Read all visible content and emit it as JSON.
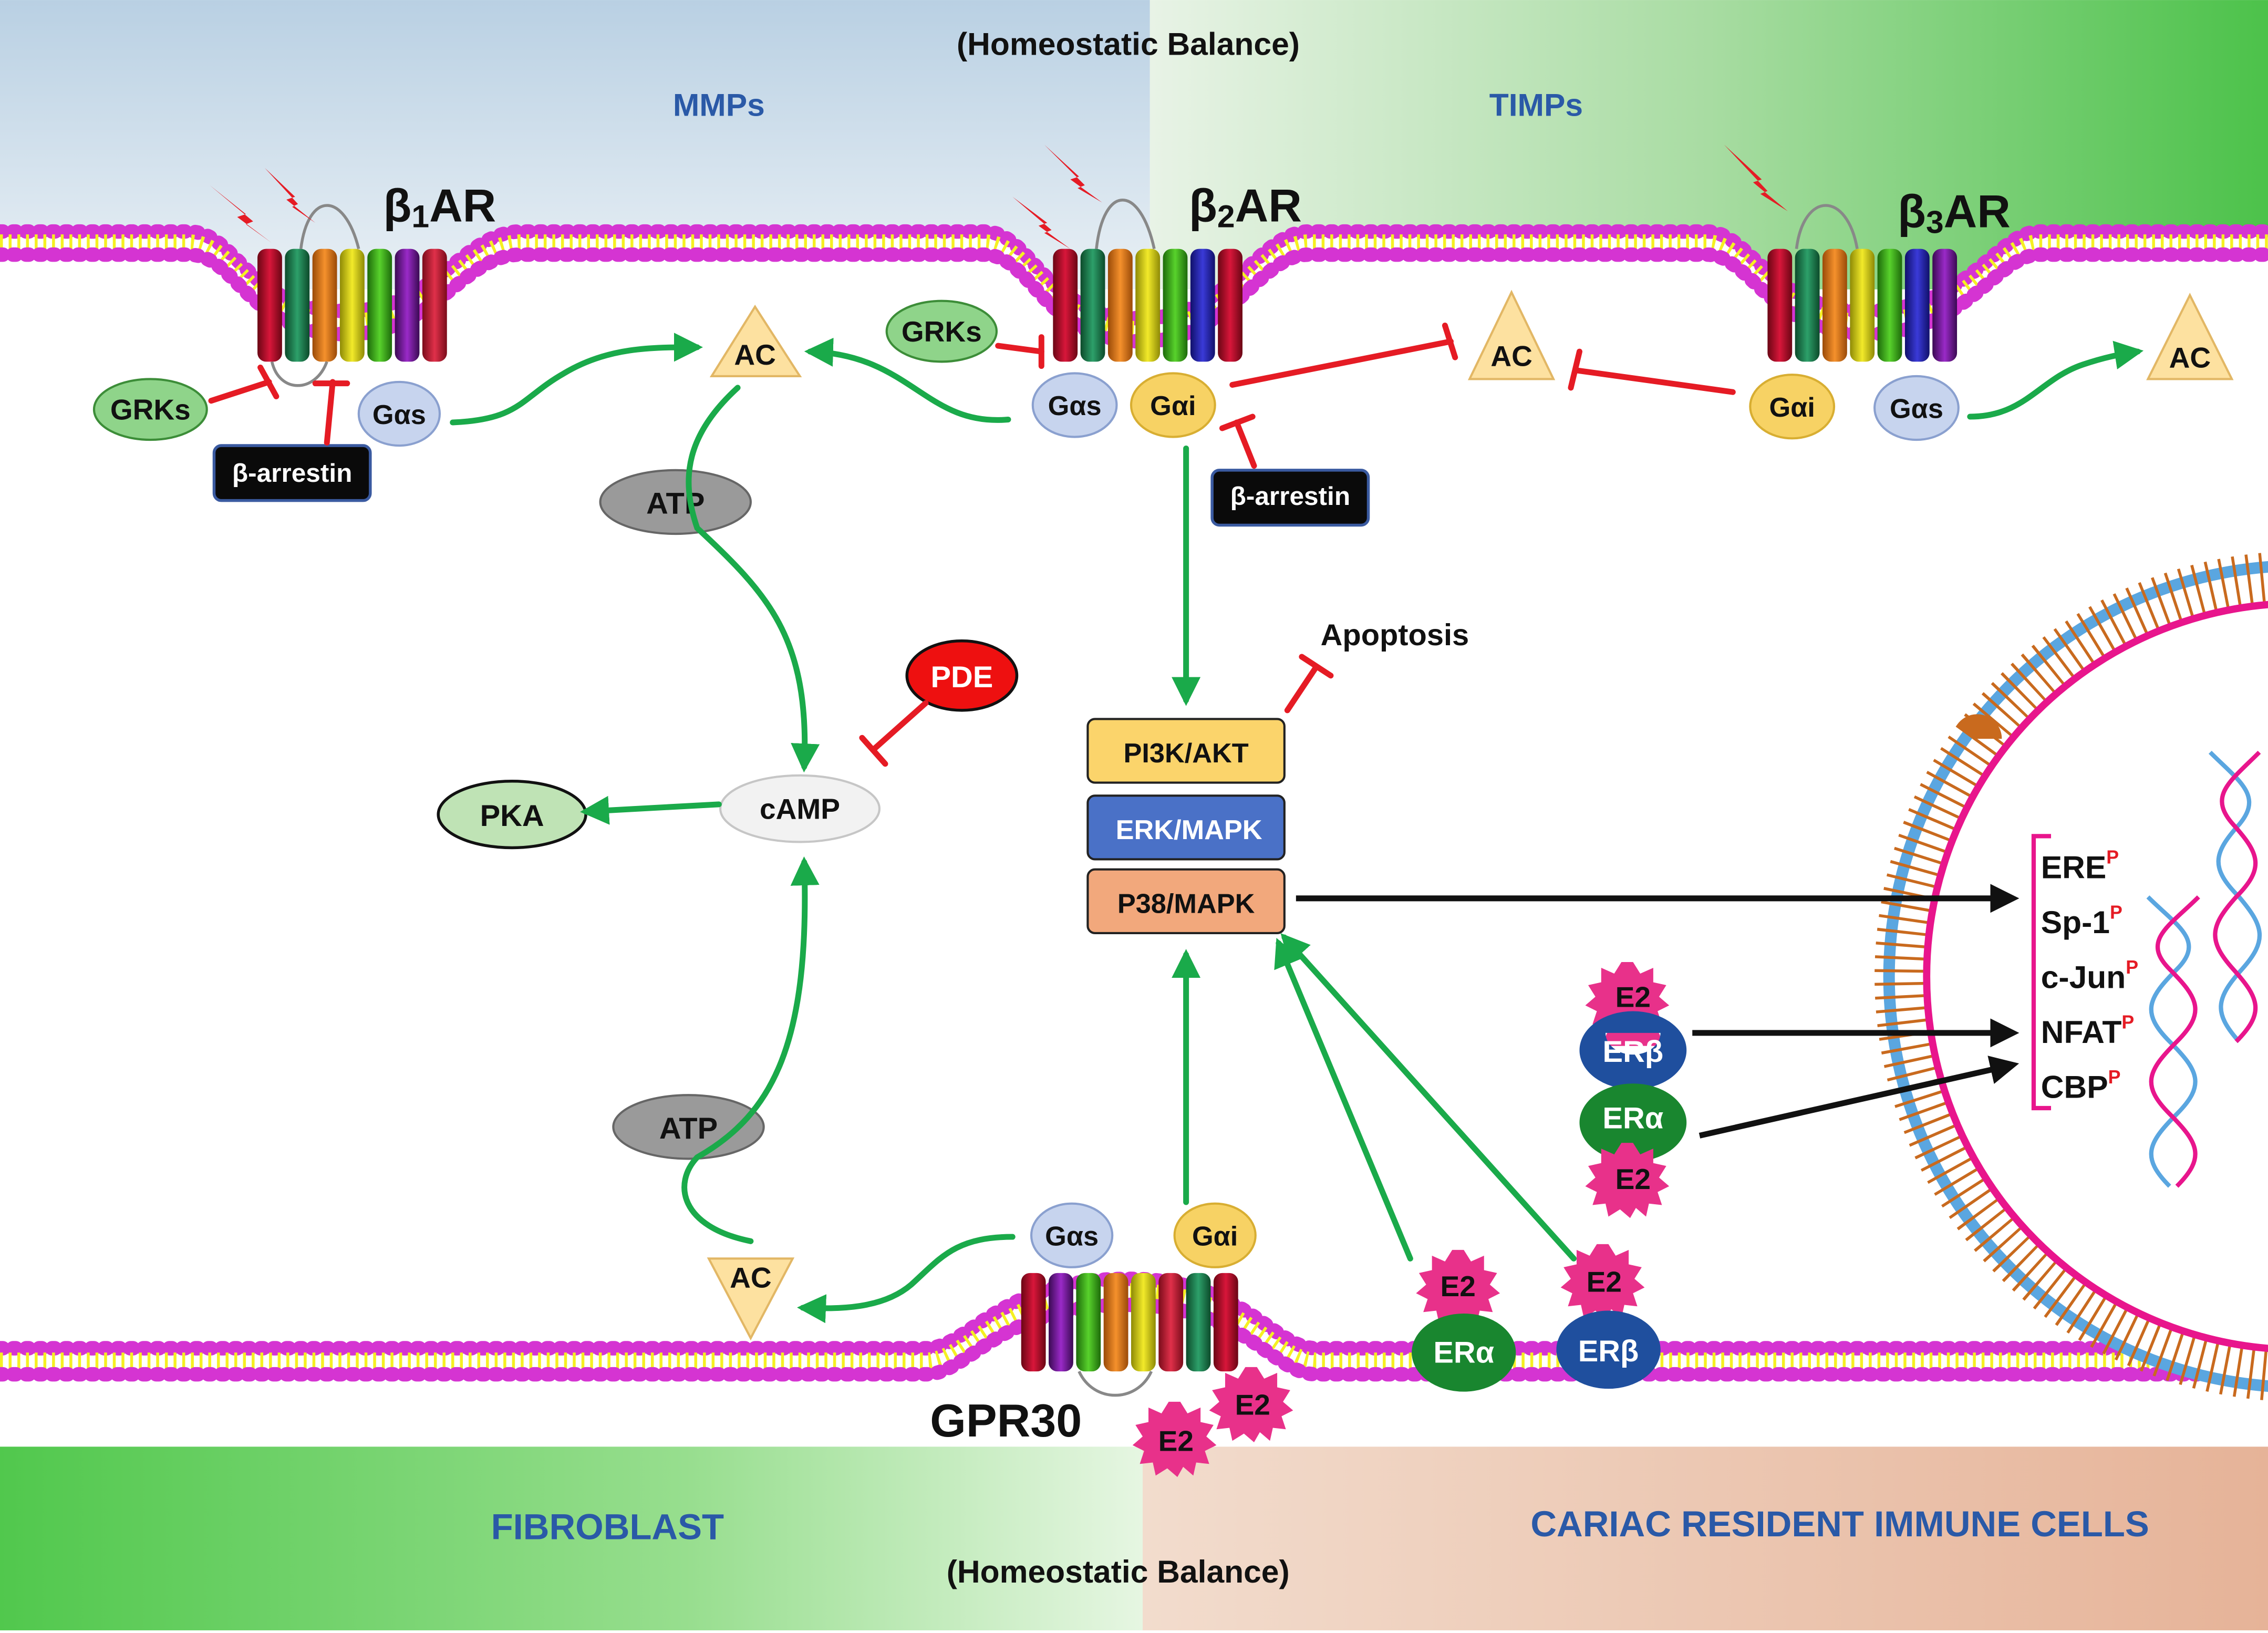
{
  "top_caption": "(Homeostatic Balance)",
  "bottom_caption": "(Homeostatic Balance)",
  "mmps": "MMPs",
  "timps": "TIMPs",
  "fibroblast": "FIBROBLAST",
  "immune_cells": "CARIAC RESIDENT IMMUNE CELLS",
  "receptors": {
    "b1": {
      "beta": "β",
      "sub": "1",
      "ar": "AR"
    },
    "b2": {
      "beta": "β",
      "sub": "2",
      "ar": "AR"
    },
    "b3": {
      "beta": "β",
      "sub": "3",
      "ar": "AR"
    },
    "gpr30": "GPR30"
  },
  "labels": {
    "grks": "GRKs",
    "barrestin": "β-arrestin",
    "gas": "Gαs",
    "gai": "Gαi",
    "ac": "AC",
    "atp": "ATP",
    "camp": "cAMP",
    "pka": "PKA",
    "pde": "PDE",
    "apoptosis": "Apoptosis",
    "pi3k": "PI3K/AKT",
    "erk": "ERK/MAPK",
    "p38": "P38/MAPK",
    "e2": "E2",
    "era": "ERα",
    "erb": "ERβ"
  },
  "targets": [
    "ERE",
    "Sp-1",
    "c-Jun",
    "NFAT",
    "CBP"
  ],
  "phospho": "P",
  "colors": {
    "green_arrow": "#1aaa4a",
    "red_inhibit": "#e51b24",
    "membrane_head": "#d534d2",
    "membrane_tail": "#f5f022",
    "gas_fill": "#c7d4ee",
    "gai_fill": "#f7d264",
    "grk_fill": "#8fd48a",
    "pde_fill": "#ee1010",
    "e2_fill": "#e8318a",
    "era_fill": "#19862f",
    "erb_fill": "#1f4f9e",
    "pi3k_fill": "#fbd46b",
    "erk_fill": "#4a71c7",
    "p38_fill": "#f2a87c",
    "nucleus_outer": "#5aa6e0",
    "nucleus_inner": "#e8158c"
  }
}
